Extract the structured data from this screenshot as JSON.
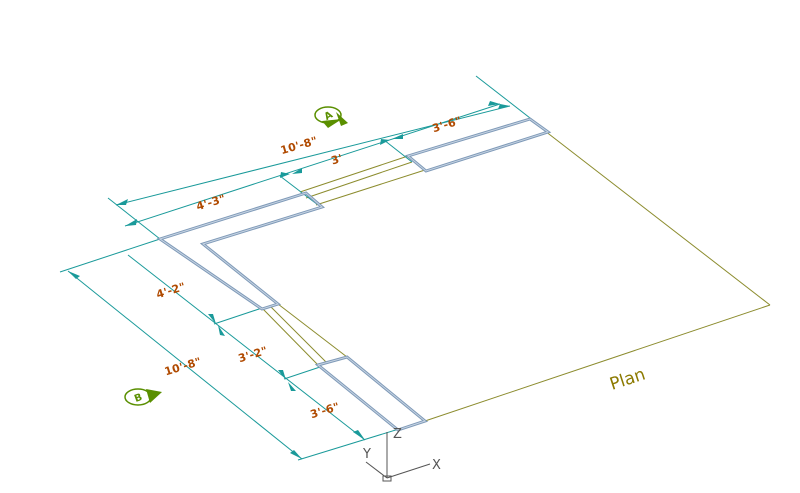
{
  "drawing": {
    "view_label": "Plan",
    "section_markers": {
      "a": "A",
      "b": "B"
    },
    "dimensions": {
      "top_overall": "10'-8\"",
      "top_left_segment": "4'-3\"",
      "top_middle_segment": "3'",
      "top_right_segment": "3'-6\"",
      "left_overall": "10'-8\"",
      "left_top_segment": "4'-2\"",
      "left_middle_segment": "3'-2\"",
      "left_bottom_segment": "3'-6\""
    },
    "ucs_axes": {
      "x": "X",
      "y": "Y",
      "z": "Z"
    },
    "colors": {
      "dimension_line": "#1a9a9a",
      "dimension_text": "#b04a00",
      "cabinet_outline": "#7f9ab8",
      "plan_boundary": "#8c8c2e",
      "marker_green": "#5a8f00",
      "ucs_icon": "#555555"
    }
  }
}
